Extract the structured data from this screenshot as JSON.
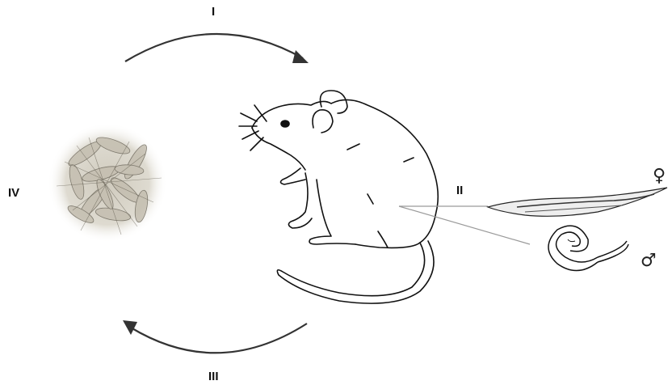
{
  "stages": {
    "s1": "I",
    "s2": "II",
    "s3": "III",
    "s4": "IV"
  },
  "symbols": {
    "female": "♀",
    "male": "♂"
  },
  "figures": {
    "host": "mouse-icon",
    "eggs": "egg-cluster-icon",
    "female_worm": "female-worm-icon",
    "male_worm": "male-worm-icon"
  },
  "colors": {
    "line": "#222222",
    "pointer": "#9a9a9a",
    "egg_fill": "#d8d4c8"
  }
}
